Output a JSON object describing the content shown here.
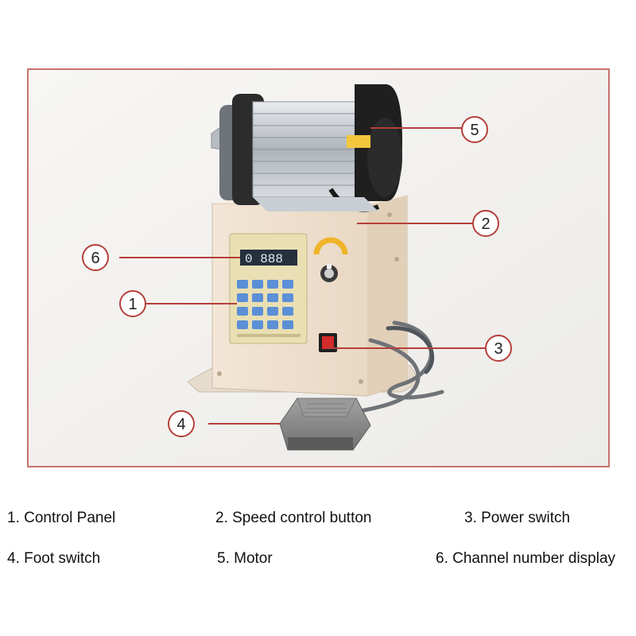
{
  "callouts": [
    "1",
    "2",
    "3",
    "4",
    "5",
    "6"
  ],
  "legend": [
    "1. Control Panel",
    "2. Speed control button",
    "3. Power switch",
    "4. Foot switch",
    "5. Motor",
    "6. Channel number display"
  ],
  "colors": {
    "frame": "#c9736d",
    "callout_line": "#b5403b",
    "cabinet": "#efe1cf",
    "keypad": "#5b8fd6",
    "switch": "#d42a2a",
    "pedal": "#8a8a8a"
  }
}
